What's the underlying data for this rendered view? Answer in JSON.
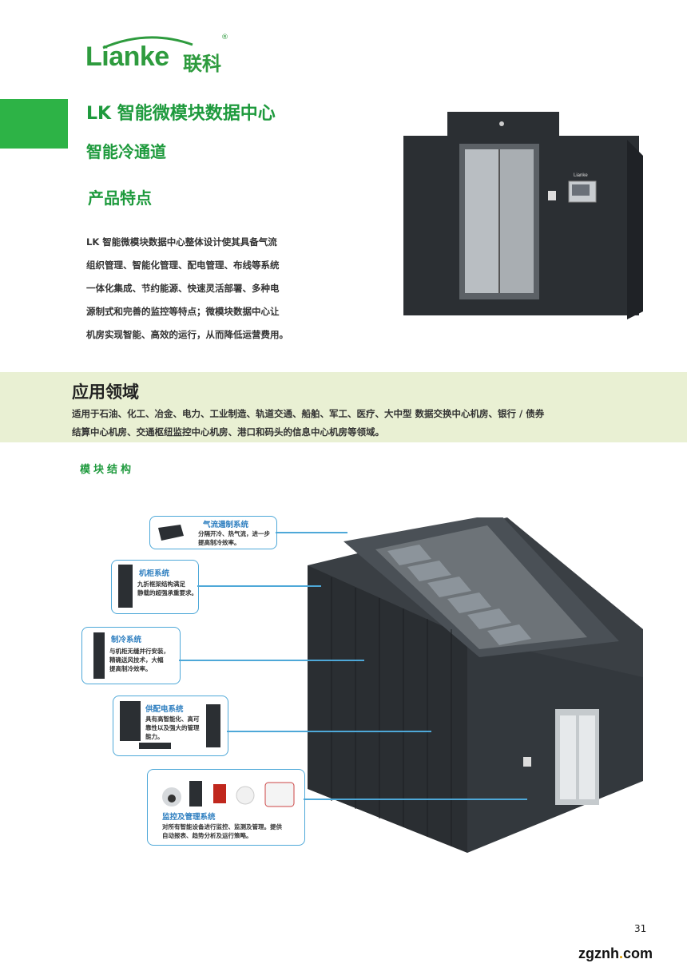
{
  "brand": {
    "logo_text": "Lianke",
    "logo_cn": "联科",
    "registered": "®"
  },
  "header": {
    "title": "LK 智能微模块数据中心",
    "subtitle": "智能冷通道",
    "features_heading": "产品特点"
  },
  "description": [
    "LK 智能微模块数据中心整体设计使其具备气流",
    "组织管理、智能化管理、配电管理、布线等系统",
    "一体化集成、节约能源、快速灵活部署、多种电",
    "源制式和完善的监控等特点；微模块数据中心让",
    "机房实现智能、高效的运行，从而降低运营费用。"
  ],
  "application": {
    "title": "应用领域",
    "line1": "适用于石油、化工、冶金、电力、工业制造、轨道交通、船舶、军工、医疗、大中型 数据交换中心机房、银行 / 债券",
    "line2": "结算中心机房、交通枢纽监控中心机房、港口和码头的信息中心机房等领域。"
  },
  "module_structure": {
    "title": "模块结构",
    "callouts": [
      {
        "title": "气流遏制系统",
        "text": [
          "分隔开冷、热气流，进一步",
          "提高制冷效率。"
        ]
      },
      {
        "title": "机柜系统",
        "text": [
          "九折框架结构满足",
          "静载的超强承重要求。"
        ]
      },
      {
        "title": "制冷系统",
        "text": [
          "与机柜无缝并行安装，",
          "精确送风技术，大幅",
          "提高制冷效率。"
        ]
      },
      {
        "title": "供配电系统",
        "text": [
          "具有高智能化、高可",
          "靠性以及强大的管理",
          "能力。"
        ]
      },
      {
        "title": "监控及管理系统",
        "text": [
          "对所有智能设备进行监控、监测及管理。提供",
          "自动报表、趋势分析及运行策略。"
        ]
      }
    ]
  },
  "footer": {
    "page_number": "31",
    "watermark": "zgznh.com",
    "watermark_name": "zgznh",
    "watermark_dot": ".",
    "watermark_tld": "com"
  },
  "colors": {
    "brand_green": "#2db346",
    "title_green": "#1e9a3d",
    "band_bg": "#e9f0d3",
    "callout_blue": "#4ea8d8",
    "cabinet_dark": "#2b2f33"
  }
}
